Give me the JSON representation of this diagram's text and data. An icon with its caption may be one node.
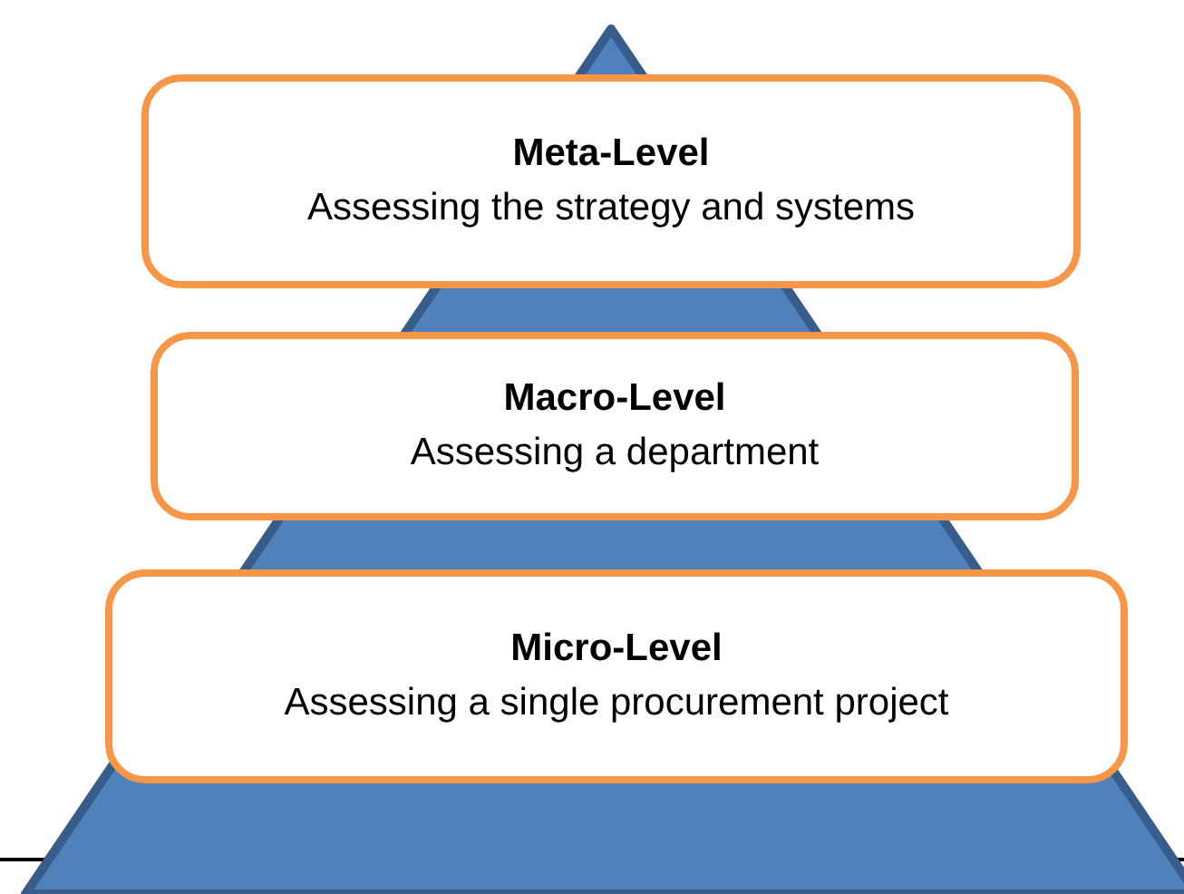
{
  "diagram": {
    "nodes": [
      {
        "text": [
          "Meta-Level",
          "Assessing the strategy and systems"
        ]
      },
      {
        "text": [
          "Macro-Level",
          "Assessing a department"
        ]
      },
      {
        "text": [
          "Micro-Level",
          "Assessing a single procurement project"
        ]
      }
    ]
  }
}
